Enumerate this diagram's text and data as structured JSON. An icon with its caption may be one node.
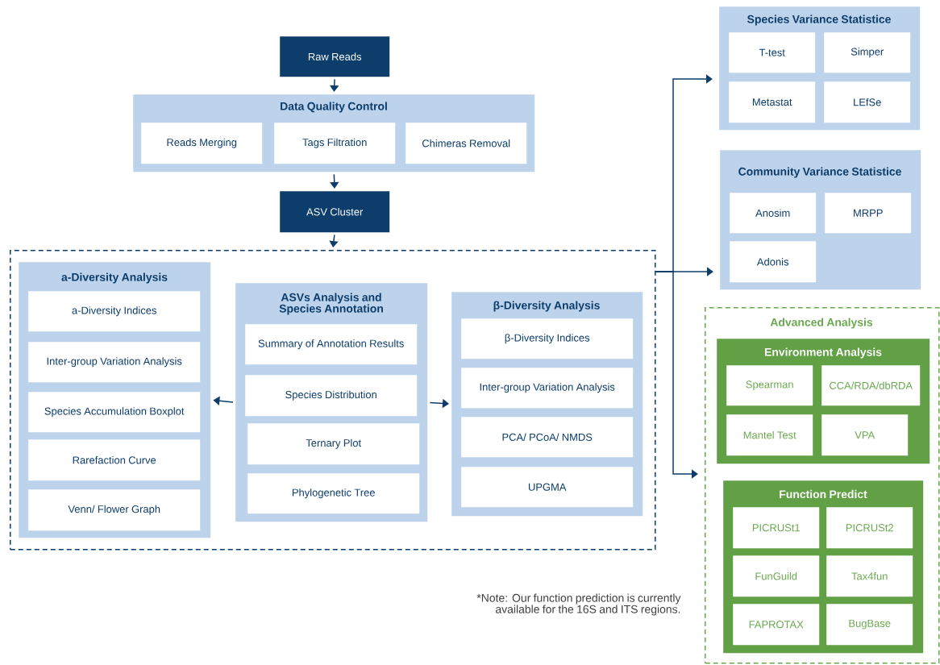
{
  "diagram": {
    "nodes": [
      {
        "text": [
          "Raw Reads"
        ]
      },
      {
        "text": [
          "Data Quality Control"
        ]
      },
      {
        "text": [
          "Reads Merging"
        ],
        "in": 1
      },
      {
        "text": [
          "Tags Filtration"
        ],
        "in": 1
      },
      {
        "text": [
          "Chimeras Removal"
        ],
        "in": 1
      },
      {
        "text": [
          "ASV Cluster"
        ]
      },
      {
        "text": [],
        "shape": "box"
      },
      {
        "text": [
          "a-Diversity Analysis"
        ],
        "in": 6
      },
      {
        "text": [
          "a-Diversity Indices"
        ],
        "in": 7
      },
      {
        "text": [
          "Inter-group Variation Analysis"
        ],
        "in": 7
      },
      {
        "text": [
          "Species Accumulation Boxplot"
        ],
        "in": 7
      },
      {
        "text": [
          "Rarefaction Curve"
        ],
        "in": 7
      },
      {
        "text": [
          "Venn/ Flower Graph"
        ],
        "in": 7
      },
      {
        "text": [
          "ASVs Analysis and Species Annotation"
        ],
        "in": 6
      },
      {
        "text": [
          "Summary of Annotation Results"
        ],
        "in": 13
      },
      {
        "text": [
          "Species Distribution"
        ],
        "in": 13
      },
      {
        "text": [
          "Ternary Plot"
        ],
        "in": 13
      },
      {
        "text": [
          "Phylogenetic Tree"
        ],
        "in": 13
      },
      {
        "text": [
          "β-Diversity Analysis"
        ],
        "in": 6
      },
      {
        "text": [
          "β-Diversity Indices"
        ],
        "in": 18
      },
      {
        "text": [
          "Inter-group Variation Analysis"
        ],
        "in": 18
      },
      {
        "text": [
          "PCA/ PCoA/ NMDS"
        ],
        "in": 18
      },
      {
        "text": [
          "UPGMA"
        ],
        "in": 18
      },
      {
        "text": [
          "Species Variance Statistice"
        ]
      },
      {
        "text": [
          "T-test"
        ],
        "in": 23
      },
      {
        "text": [
          "Simper"
        ],
        "in": 23
      },
      {
        "text": [
          "Metastat"
        ],
        "in": 23
      },
      {
        "text": [
          "LEfSe"
        ],
        "in": 23
      },
      {
        "text": [
          "Community Variance Statistice"
        ]
      },
      {
        "text": [
          "Anosim"
        ],
        "in": 28
      },
      {
        "text": [
          "MRPP"
        ],
        "in": 28
      },
      {
        "text": [
          "Adonis"
        ],
        "in": 28
      },
      {
        "text": [
          "Advanced Analysis"
        ]
      },
      {
        "text": [
          "Environment Analysis"
        ],
        "in": 32
      },
      {
        "text": [
          "Spearman"
        ],
        "in": 33
      },
      {
        "text": [
          "CCA/RDA/dbRDA"
        ],
        "in": 33
      },
      {
        "text": [
          "Mantel Test"
        ],
        "in": 33
      },
      {
        "text": [
          "VPA"
        ],
        "in": 33
      },
      {
        "text": [
          "Function Predict"
        ],
        "in": 32
      },
      {
        "text": [
          "PICRUSt1"
        ],
        "in": 38
      },
      {
        "text": [
          "PICRUSt2"
        ],
        "in": 38
      },
      {
        "text": [
          "FunGuild"
        ],
        "in": 38
      },
      {
        "text": [
          "Tax4fun"
        ],
        "in": 38
      },
      {
        "text": [
          "FAPROTAX"
        ],
        "in": 38
      },
      {
        "text": [
          "BugBase"
        ],
        "in": 38
      }
    ],
    "edges": [
      {
        "from": 0,
        "to": 1,
        "arrow": "to"
      },
      {
        "from": 1,
        "to": 5,
        "arrow": "to"
      },
      {
        "from": 5,
        "to": 6,
        "arrow": "to"
      },
      {
        "from": 13,
        "to": 7,
        "arrow": "to"
      },
      {
        "from": 13,
        "to": 18,
        "arrow": "to"
      },
      {
        "from": 6,
        "to": 23,
        "arrow": "to"
      },
      {
        "from": 6,
        "to": 28,
        "arrow": "to"
      },
      {
        "from": 6,
        "to": 32,
        "arrow": "to"
      }
    ],
    "labels": [
      "*Note: Our function prediction is currently available for the 16S and ITS regions."
    ]
  }
}
